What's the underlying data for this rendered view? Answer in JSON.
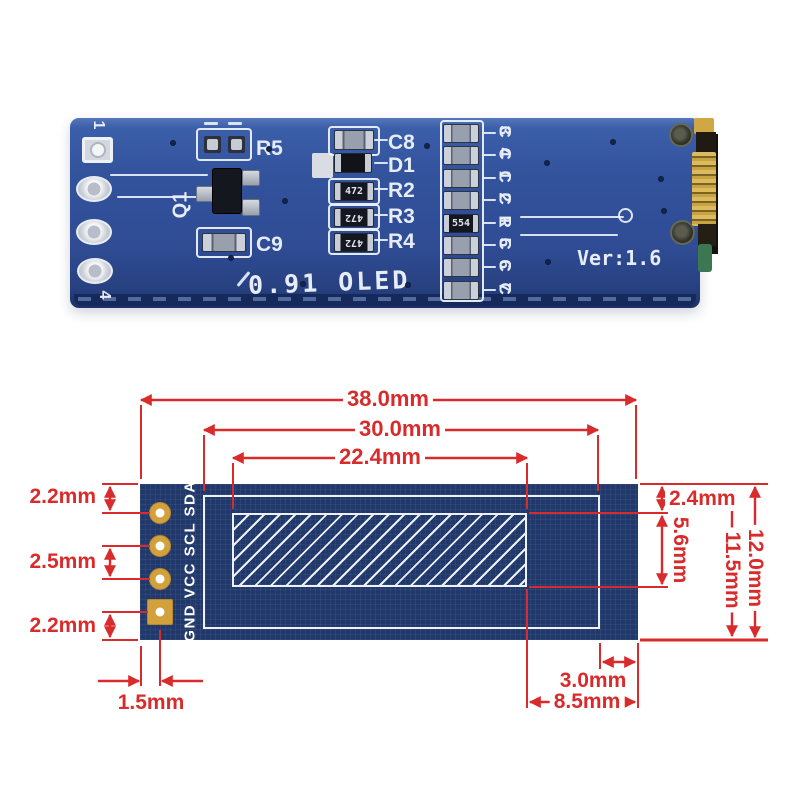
{
  "photo": {
    "pin1_marker": "1",
    "pin4_marker": "4",
    "labels": {
      "q1": "Q1",
      "r5": "R5",
      "c9": "C9",
      "c8": "C8",
      "d1": "D1",
      "r2": "R2",
      "r3": "R3",
      "r4": "R4"
    },
    "right_column_labels": [
      "C3",
      "C4",
      "C1",
      "C2",
      "R1",
      "C5",
      "C6",
      "C7"
    ],
    "resistor_codes": {
      "r2": "472",
      "r3": "472",
      "r4": "472",
      "r1": "554"
    },
    "board_label": "0.91 OLED",
    "version": "Ver:1.6"
  },
  "diagram": {
    "pin_labels": "GND VCC SCL SDA",
    "dimensions": {
      "total_width": "38.0mm",
      "glass_width": "30.0mm",
      "active_width": "22.4mm",
      "pin_top": "2.2mm",
      "pin_pitch": "2.5mm",
      "pin_bottom": "2.2mm",
      "pin_inset": "1.5mm",
      "active_top": "2.4mm",
      "active_height": "5.6mm",
      "total_height": "12.0mm",
      "inner_height": "11.5mm",
      "glass_right": "3.0mm",
      "active_right": "8.5mm"
    }
  },
  "colors": {
    "pcb_blue": "#33539d",
    "diagram_navy": "#21386b",
    "dimension_red": "#d92b2b",
    "pad_gold": "#d2a13c",
    "silkscreen": "#e6ecf8"
  }
}
